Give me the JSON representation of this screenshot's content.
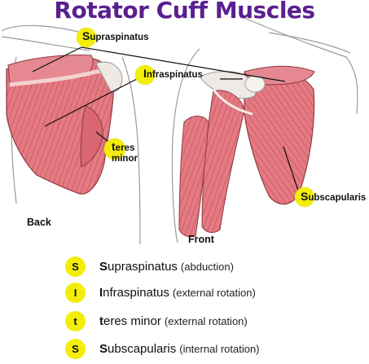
{
  "title": "Rotator Cuff Muscles",
  "views": {
    "back": "Back",
    "front": "Front"
  },
  "callouts": {
    "supraspinatus": {
      "initial": "S",
      "rest": "upraspinatus"
    },
    "infraspinatus": {
      "initial": "I",
      "rest": "nfraspinatus"
    },
    "teres_minor": {
      "initial": "t",
      "rest_line1": "eres",
      "line2": "minor"
    },
    "subscapularis": {
      "initial": "S",
      "rest": "ubscapularis"
    }
  },
  "legend": [
    {
      "badge": "S",
      "initial": "S",
      "name_rest": "upraspinatus",
      "desc": "(abduction)"
    },
    {
      "badge": "I",
      "initial": "I",
      "name_rest": "nfraspinatus",
      "desc": "(external rotation)"
    },
    {
      "badge": "t",
      "initial": "t",
      "name_rest": "eres minor",
      "desc": "(external rotation)"
    },
    {
      "badge": "S",
      "initial": "S",
      "name_rest": "ubscapularis",
      "desc": "(internal rotation)"
    }
  ],
  "colors": {
    "title": "#5a1f8f",
    "callout": "#f2ee0a",
    "muscle": "#e0727a",
    "muscle_dark": "#b8444f"
  }
}
